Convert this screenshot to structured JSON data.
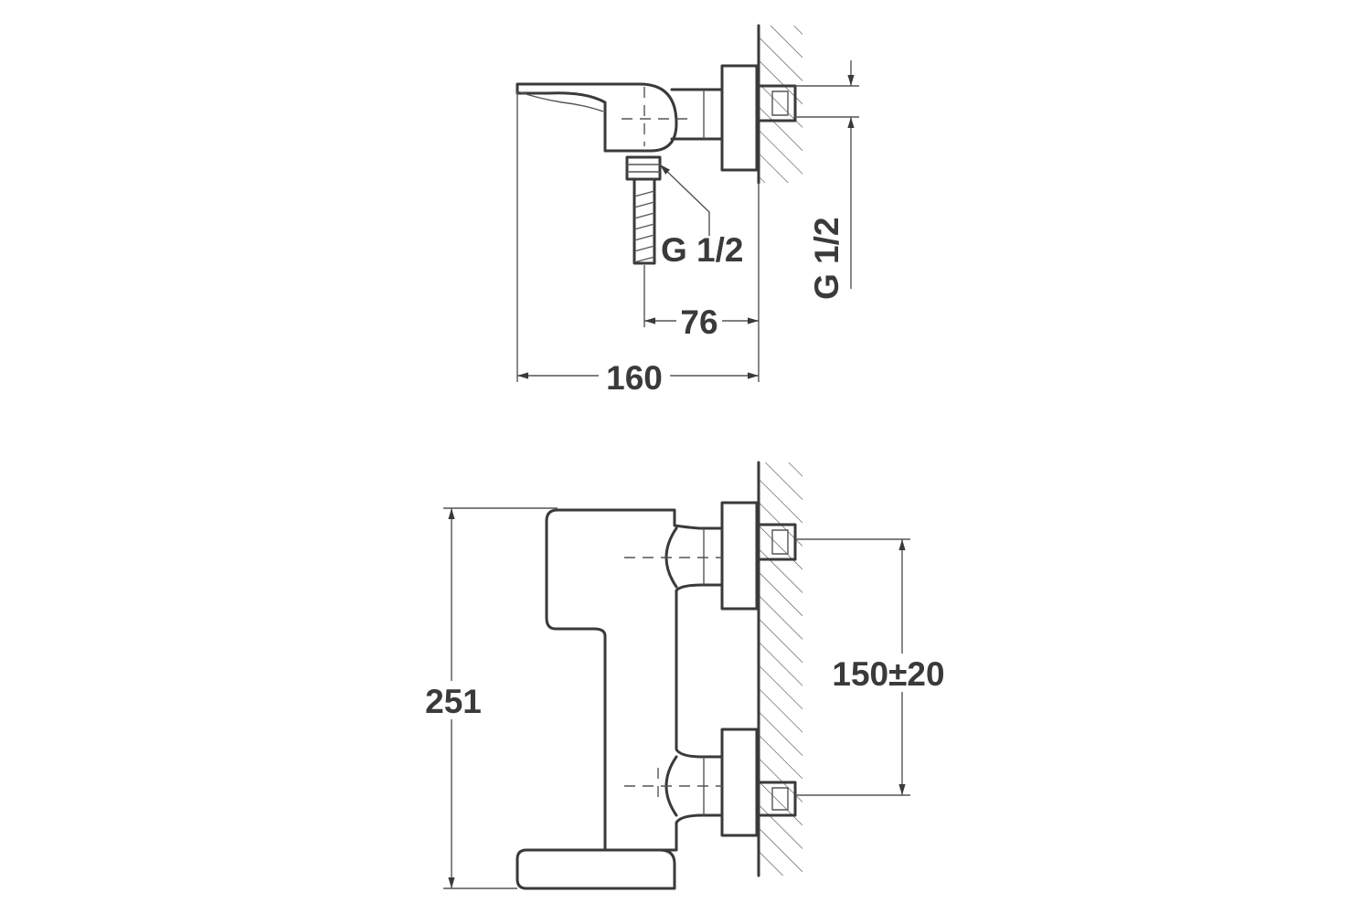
{
  "dimensions": {
    "top_depth": "160",
    "outlet_offset": "76",
    "outlet_thread": "G 1/2",
    "inlet_thread": "G 1/2",
    "height": "251",
    "inlet_spacing": "150±20"
  },
  "colors": {
    "line": "#3a3a3a",
    "background": "#ffffff"
  }
}
